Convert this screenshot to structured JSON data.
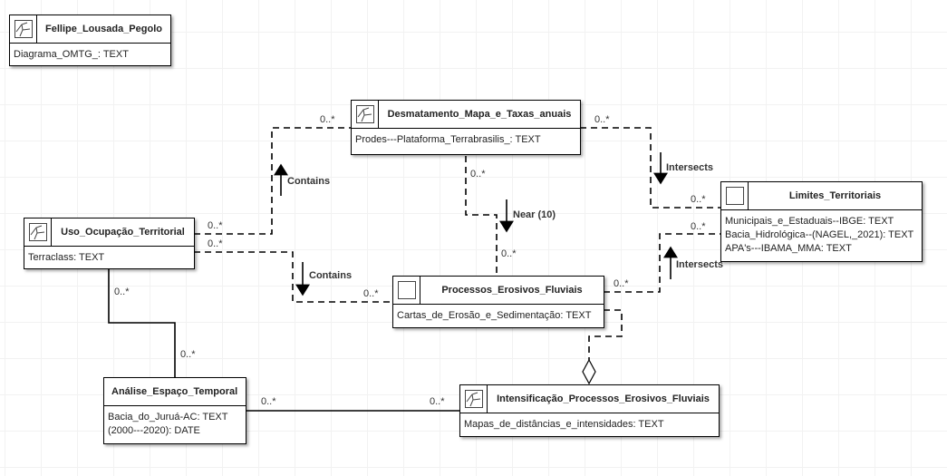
{
  "classes": {
    "author": {
      "name": "Fellipe_Lousada_Pegolo",
      "icon": "polygon-geometry-icon",
      "attributes": [
        "Diagrama_OMTG_: TEXT"
      ]
    },
    "desmatamento": {
      "name": "Desmatamento_Mapa_e_Taxas_anuais",
      "icon": "polygon-geometry-icon",
      "attributes": [
        "Prodes---Plataforma_Terrabrasilis_: TEXT"
      ]
    },
    "limites": {
      "name": "Limites_Territoriais",
      "icon": "square-geometry-icon",
      "attributes": [
        "Municipais_e_Estaduais--IBGE: TEXT",
        "Bacia_Hidrológica--(NAGEL,_2021): TEXT",
        "APA's---IBAMA_MMA: TEXT"
      ]
    },
    "uso": {
      "name": "Uso_Ocupação_Territorial",
      "icon": "polygon-geometry-icon",
      "attributes": [
        "Terraclass: TEXT"
      ]
    },
    "processos": {
      "name": "Processos_Erosivos_Fluviais",
      "icon": "square-geometry-icon",
      "attributes": [
        "Cartas_de_Erosão_e_Sedimentação: TEXT"
      ]
    },
    "analise": {
      "name": "Análise_Espaço_Temporal",
      "icon": "",
      "attributes": [
        "Bacia_do_Juruá-AC: TEXT",
        "(2000---2020): DATE"
      ]
    },
    "intensificacao": {
      "name": "Intensificação_Processos_Erosivos_Fluviais",
      "icon": "polygon-geometry-icon",
      "attributes": [
        "Mapas_de_distâncias_e_intensidades: TEXT"
      ]
    }
  },
  "relations": {
    "uso_desmatamento": {
      "label": "Contains",
      "mult_a": "0..*",
      "mult_b": "0..*",
      "style": "dashed"
    },
    "desmatamento_limites": {
      "label": "Intersects",
      "mult_a": "0..*",
      "mult_b": "0..*",
      "style": "dashed"
    },
    "desmatamento_processos": {
      "label": "Near (10)",
      "mult_a": "0..*",
      "mult_b": "0..*",
      "style": "dashed"
    },
    "uso_processos": {
      "label": "Contains",
      "mult_a": "0..*",
      "mult_b": "0..*",
      "style": "dashed"
    },
    "processos_limites": {
      "label": "Intersects",
      "mult_a": "0..*",
      "mult_b": "0..*",
      "style": "dashed"
    },
    "uso_analise": {
      "label": "",
      "mult_a": "0..*",
      "mult_b": "0..*",
      "style": "solid"
    },
    "analise_intensificacao": {
      "label": "",
      "mult_a": "0..*",
      "mult_b": "0..*",
      "style": "solid"
    },
    "processos_intensificacao": {
      "label": "",
      "style": "dashed-aggregation"
    }
  }
}
